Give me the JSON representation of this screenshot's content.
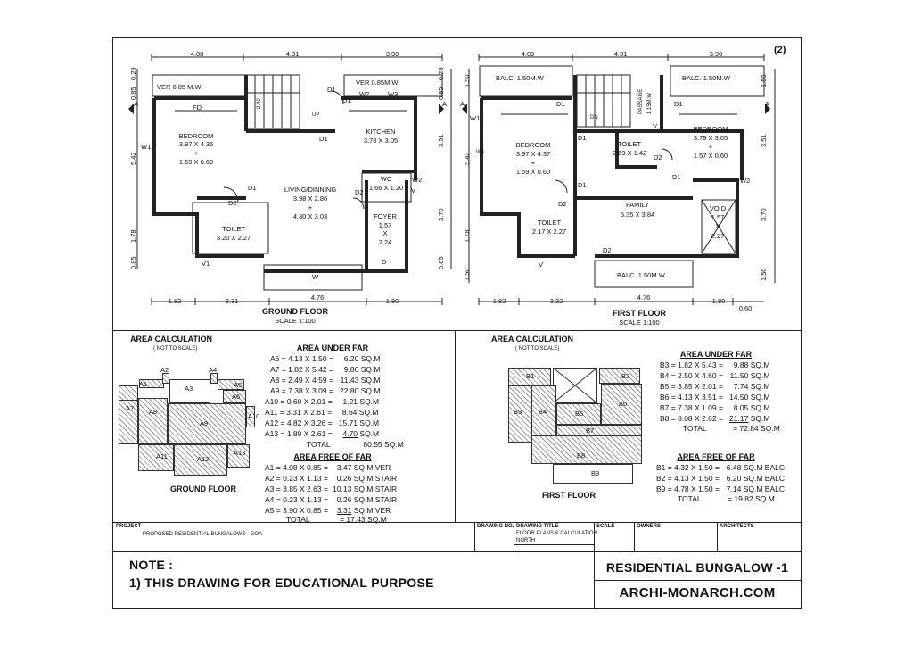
{
  "sheet_number": "(2)",
  "ground_floor": {
    "top_dims": [
      "4.08",
      "4.31",
      "3.90"
    ],
    "bottom_dims": [
      "1.82",
      "3.31",
      "4.76",
      "1.80"
    ],
    "left_dims": [
      "0.29",
      "0.85",
      "5.42",
      "1.78",
      "0.85"
    ],
    "right_dims": [
      "0.28",
      "0.85",
      "3.51",
      "3.70",
      "0.65"
    ],
    "rooms": [
      {
        "name": "VER 0.85 M.W"
      },
      {
        "name": "VER 0.85M.W"
      },
      {
        "name": "BEDROOM",
        "size": "3.97 X 4.36",
        "plus": "+",
        "extra": "1.59 X 0.60"
      },
      {
        "name": "KITCHEN",
        "size": "3.78 X 3.05"
      },
      {
        "name": "LIVING/DINNING",
        "size": "3.98 X 2.86",
        "plus": "+",
        "extra": "4.30 X 3.03"
      },
      {
        "name": "WC",
        "size": "1.66 X 1.20"
      },
      {
        "name": "FOYER",
        "size": "1.57",
        "x": "X",
        "extra": "2.24"
      },
      {
        "name": "TOILET",
        "size": "3.20 X 2.27"
      }
    ],
    "tags": [
      "FD",
      "D1",
      "D1",
      "D1",
      "D1",
      "D2",
      "D2",
      "W2",
      "W3",
      "W1",
      "W2",
      "V",
      "V1",
      "W",
      "D",
      "UP",
      "2.40",
      "A",
      "A"
    ],
    "title": "GROUND FLOOR",
    "scale": "SCALE 1:100"
  },
  "first_floor": {
    "top_dims": [
      "4.09",
      "4.31",
      "3.90"
    ],
    "bottom_dims": [
      "1.82",
      "3.32",
      "4.76",
      "1.80",
      "0.60"
    ],
    "left_dims": [
      "1.50",
      "5.42",
      "1.78",
      "1.50"
    ],
    "right_dims": [
      "1.50",
      "3.51",
      "3.70",
      "1.50"
    ],
    "rooms": [
      {
        "name": "BALC. 1.50M.W"
      },
      {
        "name": "BALC. 1.50M.W"
      },
      {
        "name": "PASSAGE",
        "size": "1.15M.W"
      },
      {
        "name": "BEDROOM",
        "size": "3.97 X 4.37",
        "plus": "+",
        "extra": "1.59 X 0.60"
      },
      {
        "name": "TOILET",
        "size": "2.69 X 1.42"
      },
      {
        "name": "BEDROOM",
        "size": "3.79 X 3.05",
        "plus": "+",
        "extra": "1.57 X 0.60"
      },
      {
        "name": "FAMILY",
        "size": "5.35 X 3.84"
      },
      {
        "name": "VOID",
        "size": "1.57",
        "x": "X",
        "extra": "2.27"
      },
      {
        "name": "TOILET",
        "size": "2.17 X 2.27"
      },
      {
        "name": "BALC. 1.50M.W"
      }
    ],
    "tags": [
      "D1",
      "D1",
      "D1",
      "D1",
      "D1",
      "D2",
      "D2",
      "D2",
      "W1",
      "W4",
      "W2",
      "V",
      "V",
      "DN",
      "A",
      "A"
    ],
    "title": "FIRST FLOOR",
    "scale": "SCALE 1:100"
  },
  "area_ground": {
    "heading": "AREA CALCULATION",
    "note": "( NOT TO SCALE)",
    "under_far_title": "AREA UNDER FAR",
    "under_far": [
      {
        "id": "A6 =",
        "calc": "4.13 X 1.50",
        "eq": "=",
        "val": "6.20",
        "unit": "SQ.M"
      },
      {
        "id": "A7 =",
        "calc": "1.82 X 5.42",
        "eq": "=",
        "val": "9.86",
        "unit": "SQ.M"
      },
      {
        "id": "A8 =",
        "calc": "2.49 X 4.59",
        "eq": "=",
        "val": "11.43",
        "unit": "SQ.M"
      },
      {
        "id": "A9 =",
        "calc": "7.38 X 3.09",
        "eq": "=",
        "val": "22.80",
        "unit": "SQ.M"
      },
      {
        "id": "A10 =",
        "calc": "0.60 X 2.01",
        "eq": "=",
        "val": "1.21",
        "unit": "SQ.M"
      },
      {
        "id": "A11 =",
        "calc": "3.31 X 2.61",
        "eq": "=",
        "val": "8.64",
        "unit": "SQ.M"
      },
      {
        "id": "A12 =",
        "calc": "4.82 X 3.26",
        "eq": "=",
        "val": "15.71",
        "unit": "SQ.M"
      },
      {
        "id": "A13 =",
        "calc": "1.80 X 2.61",
        "eq": "=",
        "val": "4.70",
        "unit": "SQ.M"
      }
    ],
    "under_total_label": "TOTAL",
    "under_total": "80.55",
    "under_total_unit": "SQ.M",
    "free_far_title": "AREA FREE OF FAR",
    "free_far": [
      {
        "id": "A1 =",
        "calc": "4.08 X 0.85",
        "eq": "=",
        "val": "3.47",
        "unit": "SQ.M",
        "tag": "VER"
      },
      {
        "id": "A2 =",
        "calc": "0.23 X 1.13",
        "eq": "=",
        "val": "0.26",
        "unit": "SQ.M",
        "tag": "STAIR"
      },
      {
        "id": "A3 =",
        "calc": "3.85 X 2.63",
        "eq": "=",
        "val": "10.13",
        "unit": "SQ.M",
        "tag": "STAIR"
      },
      {
        "id": "A4 =",
        "calc": "0.23 X 1.13",
        "eq": "=",
        "val": "0.26",
        "unit": "SQ.M",
        "tag": "STAIR"
      },
      {
        "id": "A5 =",
        "calc": "3.90 X 0.85",
        "eq": "=",
        "val": "3.31",
        "unit": "SQ.M",
        "tag": "VER"
      }
    ],
    "free_total_label": "TOTAL",
    "free_total": "= 17.43",
    "free_total_unit": "SQ.M",
    "diagram_labels": [
      "A1",
      "A2",
      "A3",
      "A4",
      "A5",
      "A6",
      "A7",
      "A8",
      "A9",
      "A10",
      "A11",
      "A12",
      "A13"
    ],
    "diagram_title": "GROUND FLOOR"
  },
  "area_first": {
    "heading": "AREA CALCULATION",
    "note": "( NOT TO SCALE)",
    "under_far_title": "AREA UNDER FAR",
    "under_far": [
      {
        "id": "B3 =",
        "calc": "1.82 X 5.43",
        "eq": "=",
        "val": "9.88",
        "unit": "SQ.M"
      },
      {
        "id": "B4 =",
        "calc": "2.50 X 4.60",
        "eq": "=",
        "val": "11.50",
        "unit": "SQ.M"
      },
      {
        "id": "B5 =",
        "calc": "3.85 X 2.01",
        "eq": "=",
        "val": "7.74",
        "unit": "SQ.M"
      },
      {
        "id": "B6 =",
        "calc": "4.13 X 3.51",
        "eq": "=",
        "val": "14.50",
        "unit": "SQ.M"
      },
      {
        "id": "B7 =",
        "calc": "7.38 X 1.09",
        "eq": "=",
        "val": "8.05",
        "unit": "SQ.M"
      },
      {
        "id": "B8 =",
        "calc": "8.08 X 2.62",
        "eq": "=",
        "val": "21.17",
        "unit": "SQ.M"
      }
    ],
    "under_total_label": "TOTAL",
    "under_total": "= 72.84",
    "under_total_unit": "SQ.M",
    "free_far_title": "AREA FREE OF FAR",
    "free_far": [
      {
        "id": "B1 =",
        "calc": "4.32 X 1.50",
        "eq": "=",
        "val": "6.48",
        "unit": "SQ.M BALC"
      },
      {
        "id": "B2 =",
        "calc": "4.13 X 1.50",
        "eq": "=",
        "val": "6.20",
        "unit": "SQ.M BALC"
      },
      {
        "id": "B9 =",
        "calc": "4.78 X 1.50",
        "eq": "=",
        "val": "7.14",
        "unit": "SQ.M BALC"
      }
    ],
    "free_total_label": "TOTAL",
    "free_total": "= 19.82",
    "free_total_unit": "SQ.M",
    "diagram_labels": [
      "B1",
      "B2",
      "B3",
      "B4",
      "B5",
      "B6",
      "B7",
      "B8",
      "B9"
    ],
    "diagram_title": "FIRST FLOOR"
  },
  "title_block": {
    "project_label": "PROJECT",
    "project_value": "PROPOSED RESIDENTIAL BUNGALOWS - GOA",
    "drawing_no_label": "DRAWING NO.",
    "drawing_title_label": "DRAWING TITLE",
    "drawing_title_value": "FLOOR PLANS & CALCULATION",
    "north_label": "NORTH",
    "scale_label": "SCALE",
    "owners_label": "OWNERS",
    "architects_label": "ARCHITECTS"
  },
  "note": {
    "heading": "NOTE :",
    "line1": "1) THIS DRAWING FOR EDUCATIONAL PURPOSE"
  },
  "brand": {
    "title": "RESIDENTIAL BUNGALOW -1",
    "site": "ARCHI-MONARCH.COM"
  }
}
